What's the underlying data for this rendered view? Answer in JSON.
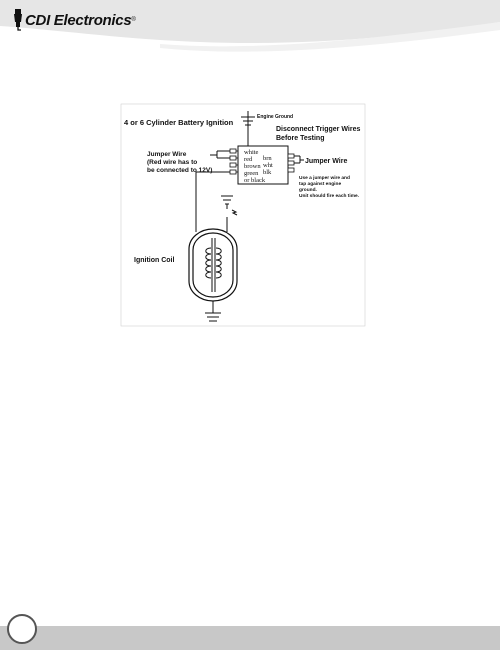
{
  "header": {
    "logo_text": "CDI Electronics",
    "trademark": "®"
  },
  "diagram": {
    "title": "4 or 6 Cylinder Battery Ignition",
    "engine_ground": "Engine Ground",
    "disconnect_line1": "Disconnect Trigger Wires",
    "disconnect_line2": "Before Testing",
    "jumper_left_line1": "Jumper Wire",
    "jumper_left_line2": "(Red wire has to",
    "jumper_left_line3": "be connected to 12V)",
    "wires_left": [
      "white",
      "red",
      "brown",
      "green",
      "or black"
    ],
    "wires_right": [
      "brn",
      "wht",
      "blk"
    ],
    "jumper_right": "Jumper Wire",
    "note_line1": "Use a jumper wire and",
    "note_line2": "tap against engine",
    "note_line3": "ground.",
    "note_line4": "Unit should fire each time.",
    "ignition_coil": "Ignition Coil"
  },
  "colors": {
    "footer": "#c8c8c8",
    "header_wave": "#e6e6e6",
    "ink": "#111111"
  }
}
